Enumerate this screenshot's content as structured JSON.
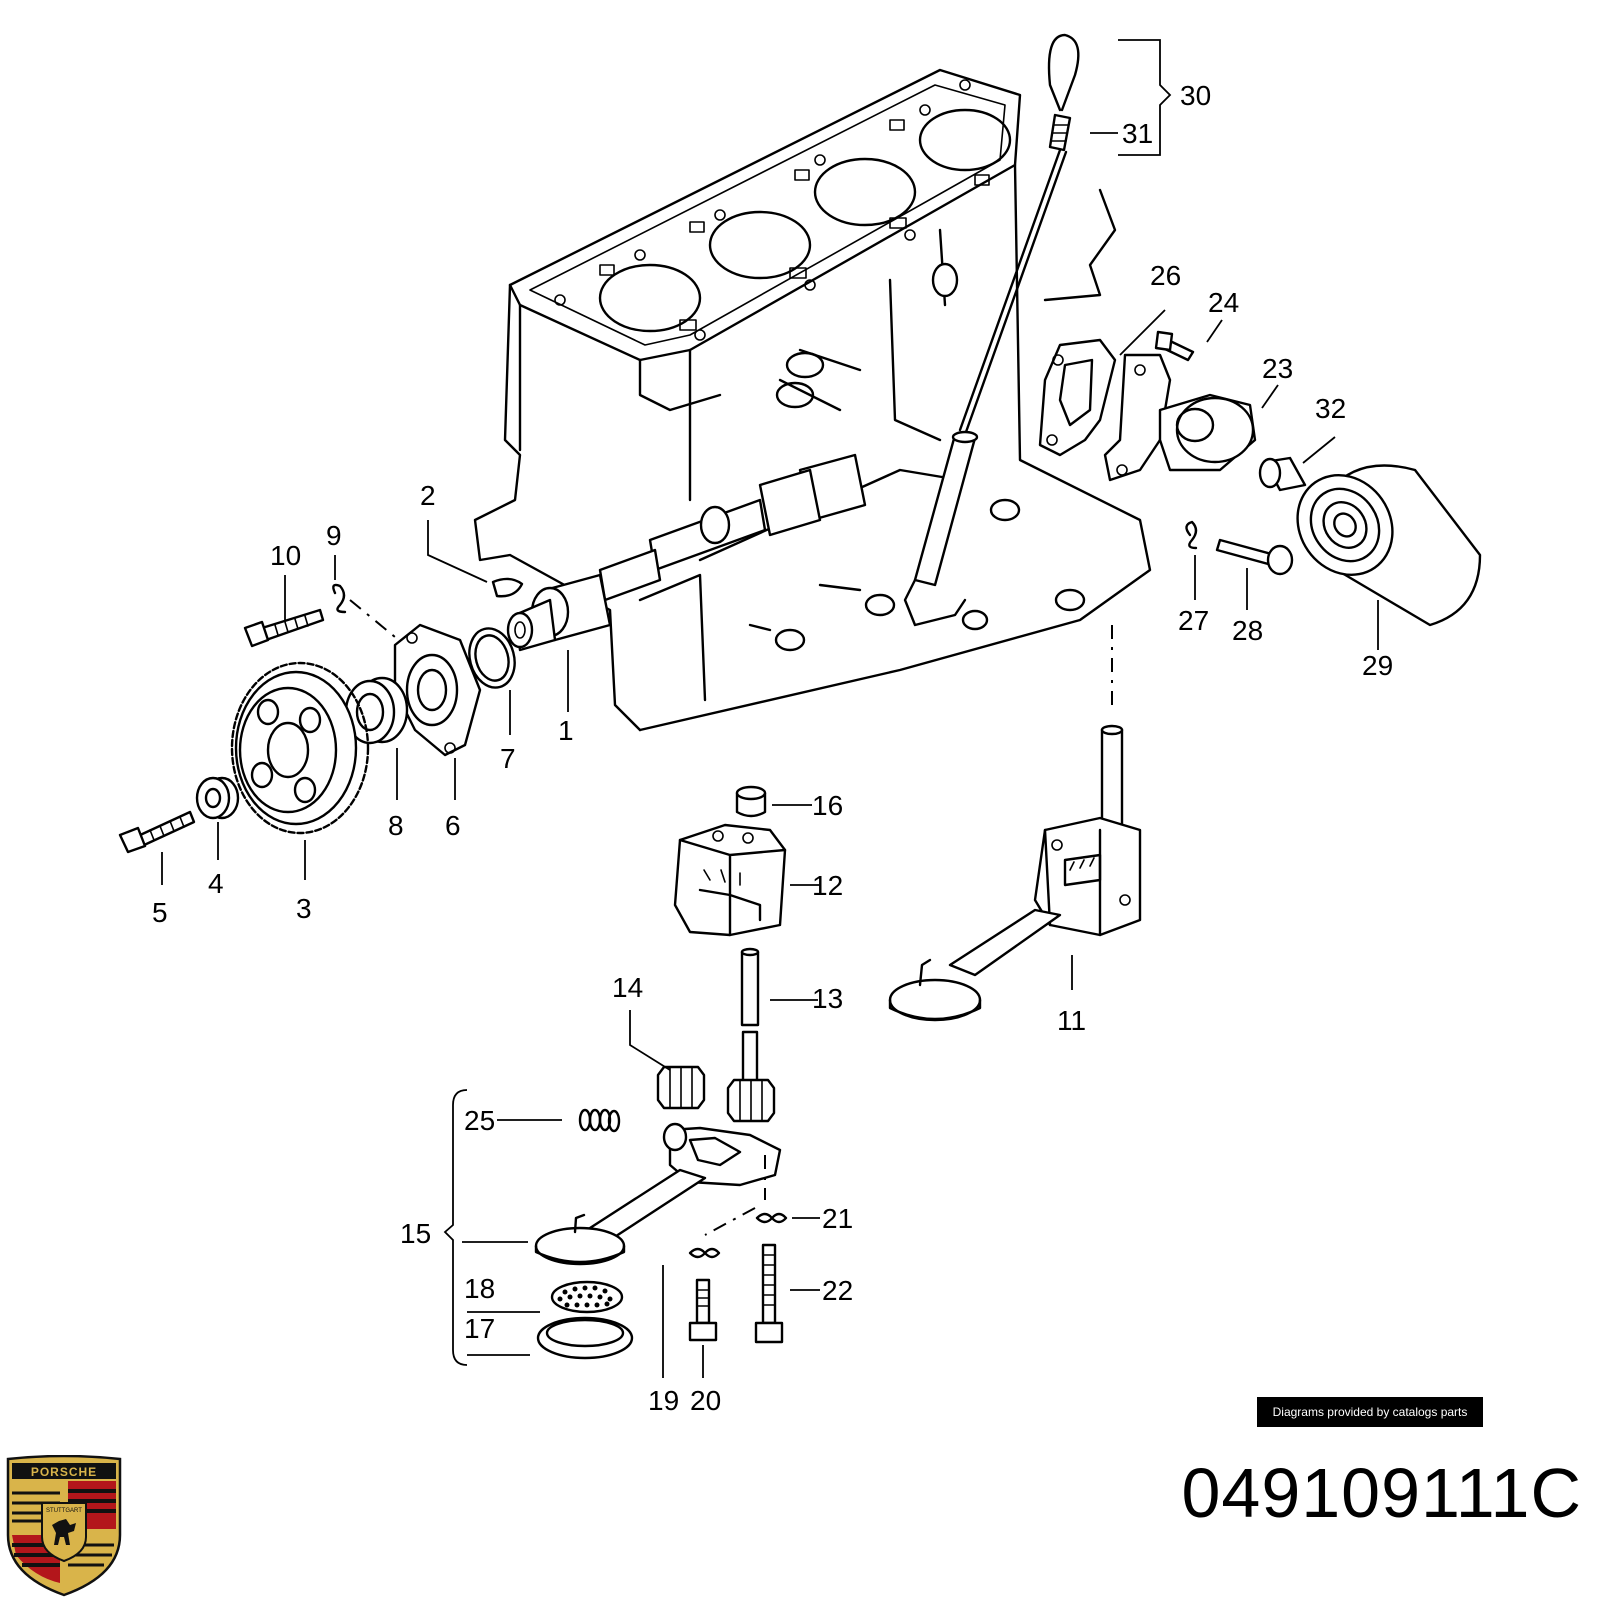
{
  "diagram": {
    "callouts": [
      "1",
      "2",
      "3",
      "4",
      "5",
      "6",
      "7",
      "8",
      "9",
      "10",
      "11",
      "12",
      "13",
      "14",
      "15",
      "16",
      "17",
      "18",
      "19",
      "20",
      "21",
      "22",
      "23",
      "24",
      "25",
      "26",
      "27",
      "28",
      "29",
      "30",
      "31",
      "32"
    ]
  },
  "credit": "Diagrams provided by catalogs parts",
  "part_number": "049109111C",
  "logo": {
    "text": "PORSCHE",
    "subtext": "STUTTGART",
    "colors": {
      "gold": "#d9b44a",
      "red": "#b3161b",
      "black": "#111111"
    }
  }
}
